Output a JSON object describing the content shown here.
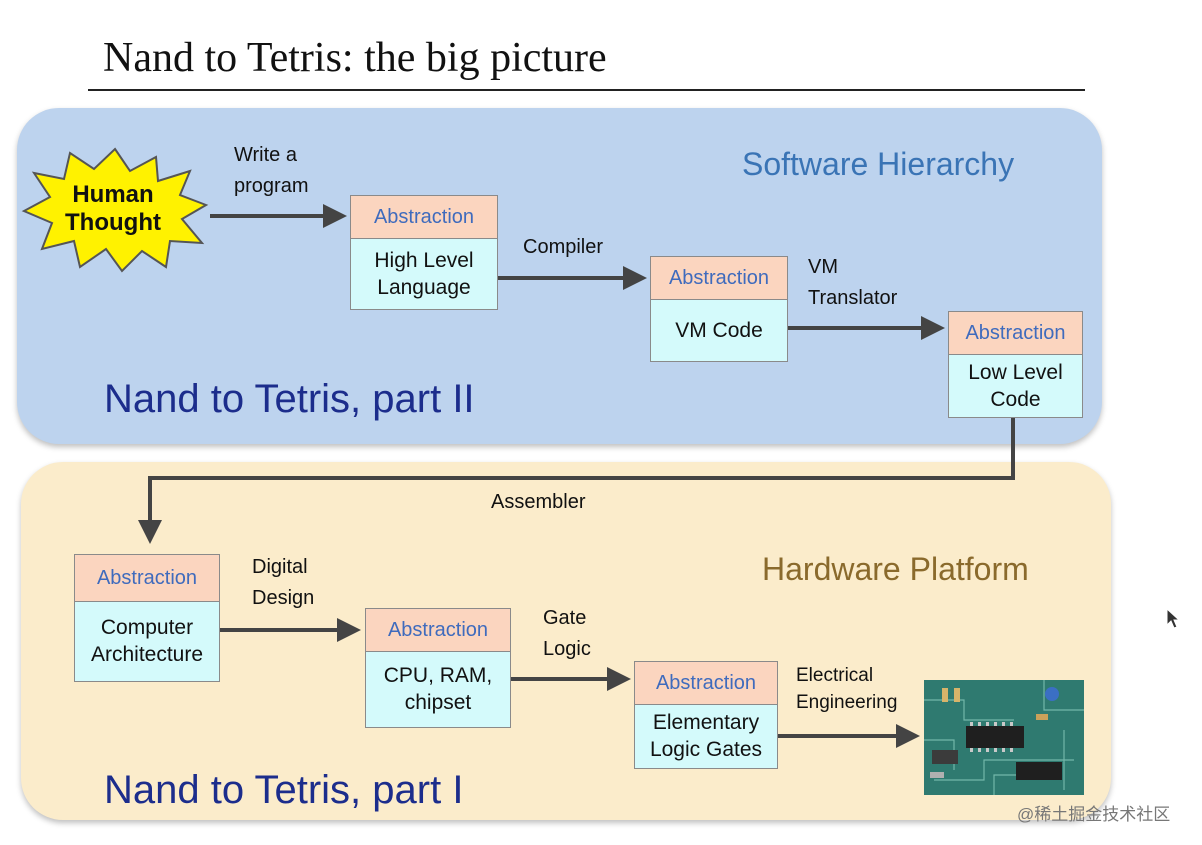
{
  "slide": {
    "title": "Nand to Tetris: the big picture"
  },
  "software": {
    "heading": "Software Hierarchy",
    "part_label": "Nand to Tetris, part II",
    "human_thought": "Human\nThought",
    "edge_labels": {
      "write_program": "Write a\nprogram",
      "compiler": "Compiler",
      "vm_translator": "VM\nTranslator"
    },
    "boxes": [
      {
        "header": "Abstraction",
        "body": "High Level\nLanguage"
      },
      {
        "header": "Abstraction",
        "body": "VM Code"
      },
      {
        "header": "Abstraction",
        "body": "Low Level\nCode"
      }
    ]
  },
  "assembler_label": "Assembler",
  "hardware": {
    "heading": "Hardware Platform",
    "part_label": "Nand to Tetris, part I",
    "edge_labels": {
      "digital_design": "Digital\nDesign",
      "gate_logic": "Gate\nLogic",
      "electrical_engineering": "Electrical\nEngineering"
    },
    "boxes": [
      {
        "header": "Abstraction",
        "body": "Computer\nArchitecture"
      },
      {
        "header": "Abstraction",
        "body": "CPU, RAM,\nchipset"
      },
      {
        "header": "Abstraction",
        "body": "Elementary\nLogic Gates"
      }
    ]
  },
  "watermark": "@稀土掘金技术社区",
  "colors": {
    "software_panel": "#bdd3ee",
    "hardware_panel": "#fbeccb",
    "abstraction_header": "#fbd5bf",
    "abstraction_body": "#d4fafb",
    "human_thought_burst": "#fff200",
    "part_label": "#1c2d8c"
  }
}
